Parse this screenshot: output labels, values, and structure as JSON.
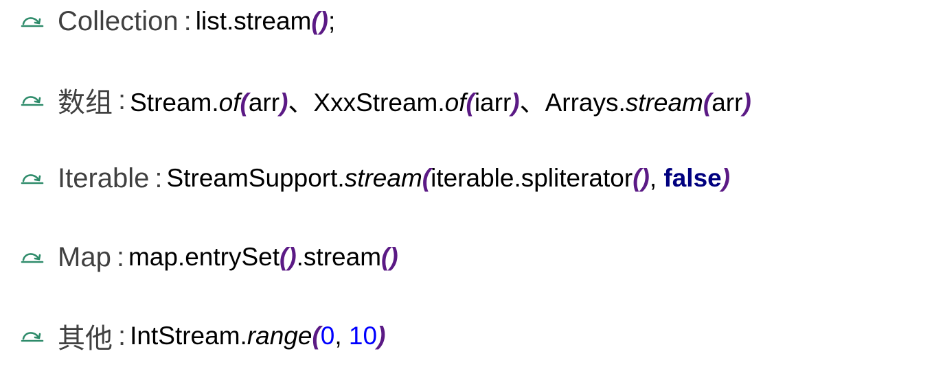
{
  "bullet_icon": "curved-arrow-bullet-icon",
  "colors": {
    "bullet": "#2e8b6a",
    "label": "#404040",
    "paren": "#5b1a85",
    "keyword": "#00007f",
    "number": "#0000ff"
  },
  "items": [
    {
      "label": "Collection",
      "sep": ":",
      "code": [
        {
          "t": "list.stream",
          "c": "n"
        },
        {
          "t": "()",
          "c": "p"
        },
        {
          "t": ";",
          "c": "n"
        }
      ]
    },
    {
      "label": "数组",
      "sep": ":",
      "code": [
        {
          "t": "Stream.",
          "c": "n"
        },
        {
          "t": "of",
          "c": "m"
        },
        {
          "t": "(",
          "c": "p"
        },
        {
          "t": "arr",
          "c": "n"
        },
        {
          "t": ")",
          "c": "p"
        },
        {
          "t": "、",
          "c": "cn"
        },
        {
          "t": "XxxStream.",
          "c": "n"
        },
        {
          "t": "of",
          "c": "m"
        },
        {
          "t": "(",
          "c": "p"
        },
        {
          "t": "iarr",
          "c": "n"
        },
        {
          "t": ")",
          "c": "p"
        },
        {
          "t": "、",
          "c": "cn"
        },
        {
          "t": "Arrays.",
          "c": "n"
        },
        {
          "t": "stream",
          "c": "m"
        },
        {
          "t": "(",
          "c": "p"
        },
        {
          "t": "arr",
          "c": "n"
        },
        {
          "t": ")",
          "c": "p"
        }
      ]
    },
    {
      "label": "Iterable",
      "sep": ":",
      "code": [
        {
          "t": "StreamSupport.",
          "c": "n"
        },
        {
          "t": "stream",
          "c": "m"
        },
        {
          "t": "(",
          "c": "p"
        },
        {
          "t": "iterable.spliterator",
          "c": "n"
        },
        {
          "t": "()",
          "c": "p"
        },
        {
          "t": ", ",
          "c": "n"
        },
        {
          "t": "false",
          "c": "kw"
        },
        {
          "t": ")",
          "c": "p"
        }
      ]
    },
    {
      "label": "Map",
      "sep": ":",
      "code": [
        {
          "t": "map.entrySet",
          "c": "n"
        },
        {
          "t": "()",
          "c": "p"
        },
        {
          "t": ".stream",
          "c": "n"
        },
        {
          "t": "()",
          "c": "p"
        }
      ]
    },
    {
      "label": "其他",
      "sep": ":",
      "code": [
        {
          "t": "IntStream.",
          "c": "n"
        },
        {
          "t": "range",
          "c": "m"
        },
        {
          "t": "(",
          "c": "p"
        },
        {
          "t": "0",
          "c": "num"
        },
        {
          "t": ", ",
          "c": "n"
        },
        {
          "t": "10",
          "c": "num"
        },
        {
          "t": ")",
          "c": "p"
        }
      ]
    }
  ]
}
